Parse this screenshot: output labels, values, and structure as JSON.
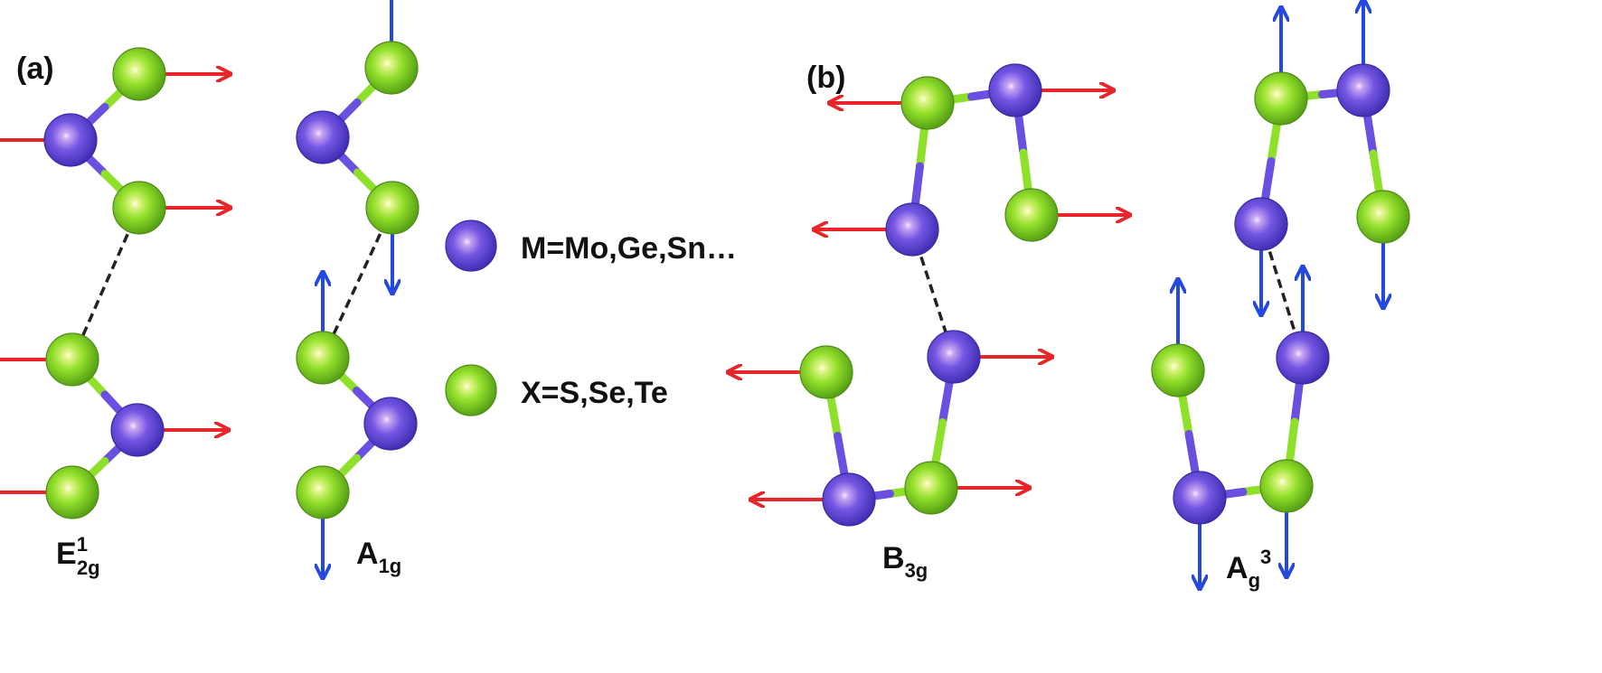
{
  "panels": {
    "a": {
      "label": "(a)"
    },
    "b": {
      "label": "(b)"
    }
  },
  "modes": {
    "e12g": {
      "main": "E",
      "sup": "1",
      "sub": "2g"
    },
    "a1g": {
      "main": "A",
      "sub": "1g"
    },
    "b3g": {
      "main": "B",
      "sub": "3g"
    },
    "ag3": {
      "main": "A",
      "sub": "g",
      "sup": "3"
    }
  },
  "legend": {
    "metal": "M=Mo,Ge,Sn…",
    "chalcogen": "X=S,Se,Te"
  },
  "colors": {
    "metal_atom": "#6a4fe0",
    "chalcogen_atom": "#8fe02a",
    "in_plane_arrow": "#e8262a",
    "out_of_plane_arrow": "#2448e0",
    "interlayer_bond": "#222222"
  }
}
